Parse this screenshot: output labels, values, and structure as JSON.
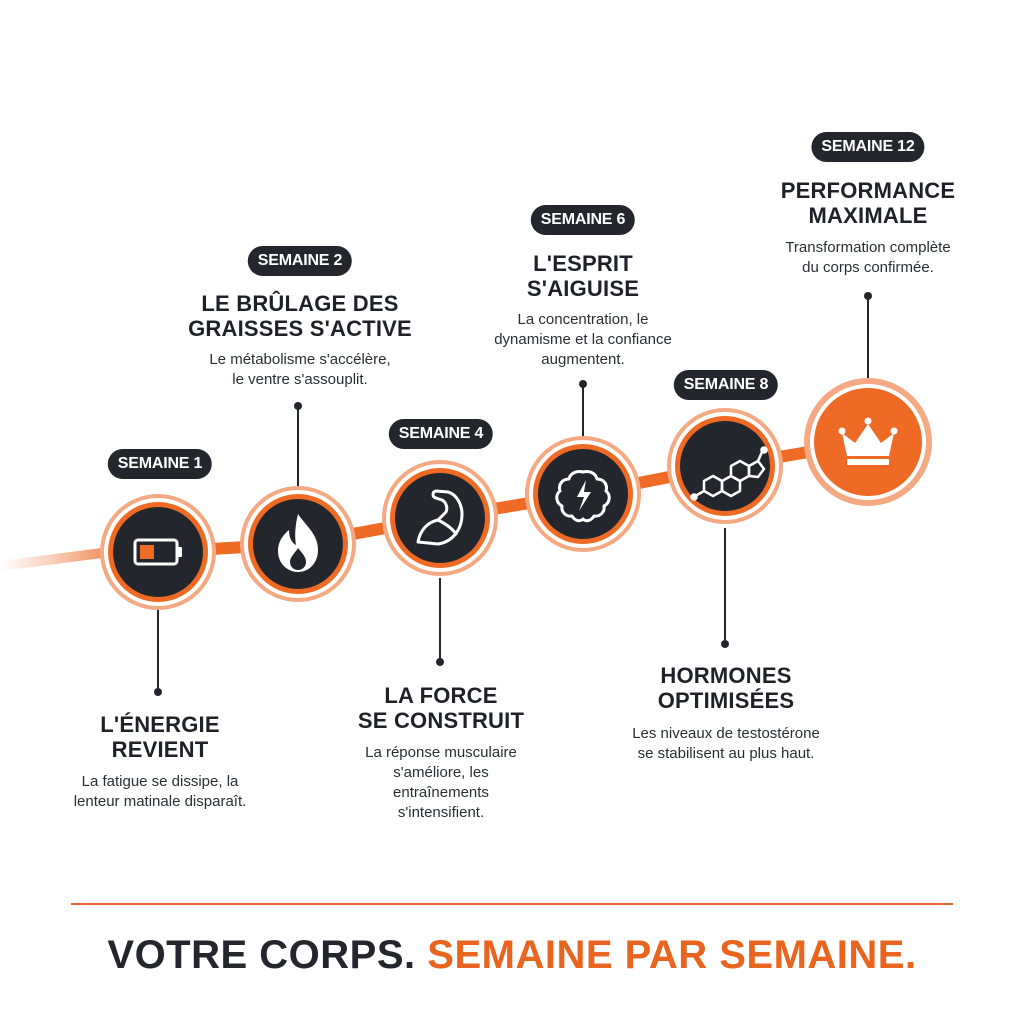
{
  "colors": {
    "accent": "#ef6a24",
    "accent_light": "#f5a983",
    "node_dark": "#23272d",
    "text_dark": "#1e2228"
  },
  "steps": [
    {
      "week": "SEMAINE 1",
      "title": "L'ÉNERGIE\nREVIENT",
      "text": "La fatigue se dissipe, la\nlenteur matinale disparaît.",
      "icon": "battery-icon"
    },
    {
      "week": "SEMAINE 2",
      "title": "LE BRÛLAGE DES\nGRAISSES S'ACTIVE",
      "text": "Le métabolisme s'accélère,\nle ventre s'assouplit.",
      "icon": "flame-icon"
    },
    {
      "week": "SEMAINE 4",
      "title": "LA FORCE\nSE CONSTRUIT",
      "text": "La réponse musculaire\ns'améliore, les\nentraînements\ns'intensifient.",
      "icon": "flexed-arm-icon"
    },
    {
      "week": "SEMAINE 6",
      "title": "L'ESPRIT\nS'AIGUISE",
      "text": "La concentration, le\ndynamisme et la confiance\naugmentent.",
      "icon": "brain-bolt-icon"
    },
    {
      "week": "SEMAINE 8",
      "title": "HORMONES\nOPTIMISÉES",
      "text": "Les niveaux de testostérone\nse stabilisent au plus haut.",
      "icon": "steroid-molecule-icon"
    },
    {
      "week": "SEMAINE 12",
      "title": "PERFORMANCE\nMAXIMALE",
      "text": "Transformation complète\ndu corps confirmée.",
      "icon": "crown-icon"
    }
  ],
  "footer": {
    "part1": "VOTRE CORPS.",
    "part2": "SEMAINE PAR SEMAINE."
  }
}
